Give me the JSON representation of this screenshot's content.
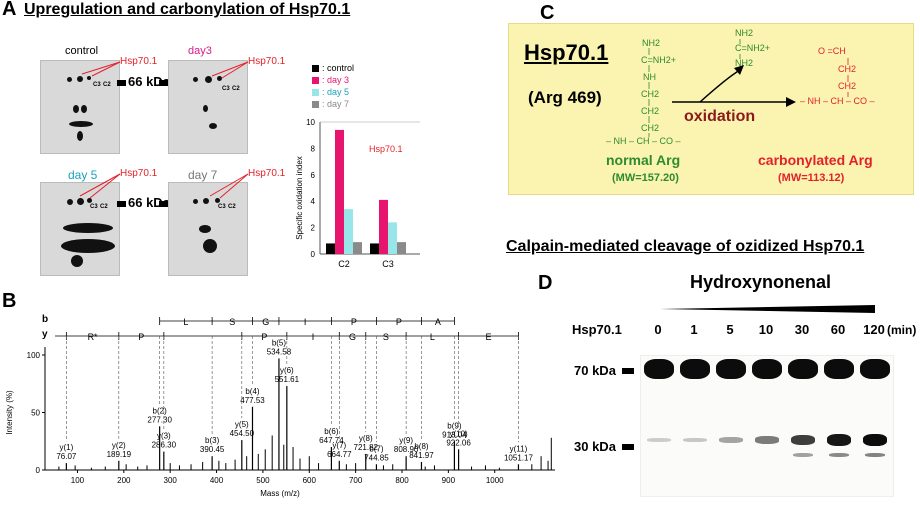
{
  "panelA": {
    "letter": "A",
    "title": "Upregulation and carbonylation of Hsp70.1",
    "gels": [
      {
        "label": "control",
        "color": "#000000",
        "target": "Hsp70.1",
        "kda": "66 kDa"
      },
      {
        "label": "day3",
        "color": "#d81b8a",
        "target": "Hsp70.1"
      },
      {
        "label": "day 5",
        "color": "#1aa3b8",
        "target": "Hsp70.1",
        "kda": "66 kDa"
      },
      {
        "label": "day 7",
        "color": "#777777",
        "target": "Hsp70.1"
      }
    ],
    "spot_labels": {
      "c3": "C3",
      "c2": "C2"
    },
    "legend": [
      {
        "label": ": control",
        "color": "#000000"
      },
      {
        "label": ": day 3",
        "color": "#e8156e"
      },
      {
        "label": ": day 5",
        "color": "#98e6ea"
      },
      {
        "label": ": day 7",
        "color": "#8a8a8a"
      }
    ]
  },
  "chart_data": {
    "type": "bar",
    "ylabel": "Specific oxidation index",
    "annotation": "Hsp70.1",
    "categories": [
      "C2",
      "C3"
    ],
    "series": [
      {
        "name": "control",
        "color": "#000000",
        "values": [
          0.8,
          0.8
        ]
      },
      {
        "name": "day 3",
        "color": "#e8156e",
        "values": [
          9.4,
          4.1
        ]
      },
      {
        "name": "day 5",
        "color": "#98e6ea",
        "values": [
          3.4,
          2.4
        ]
      },
      {
        "name": "day 7",
        "color": "#8a8a8a",
        "values": [
          0.9,
          0.9
        ]
      }
    ],
    "ylim": [
      0,
      10
    ],
    "yticks": [
      "0",
      "2",
      "4",
      "6",
      "8",
      "10"
    ],
    "grid": false
  },
  "panelB": {
    "letter": "B",
    "b_label": "b",
    "y_label": "y",
    "b_residues": [
      "L",
      "S",
      "G",
      "I",
      "P",
      "P",
      "A"
    ],
    "y_residues": [
      "R*",
      "P",
      "P",
      "I",
      "G",
      "S",
      "L",
      "E"
    ],
    "ylabel": "Intensity (%)",
    "xlabel": "Mass (m/z)",
    "xticks": [
      "100",
      "200",
      "300",
      "400",
      "500",
      "600",
      "700",
      "800",
      "900",
      "1000"
    ],
    "yticks": [
      "0",
      "50",
      "100"
    ],
    "peaks": [
      {
        "id": "y(1)",
        "mz": "76.07",
        "x": 76.07,
        "h": 6
      },
      {
        "id": "y(2)",
        "mz": "189.19",
        "x": 189.19,
        "h": 8
      },
      {
        "id": "b(2)",
        "mz": "277.30",
        "x": 277.3,
        "h": 38
      },
      {
        "id": "y(3)",
        "mz": "286.30",
        "x": 286.3,
        "h": 16
      },
      {
        "id": "b(3)",
        "mz": "390.45",
        "x": 390.45,
        "h": 12
      },
      {
        "id": "y(5)",
        "mz": "454.50",
        "x": 454.5,
        "h": 26
      },
      {
        "id": "b(4)",
        "mz": "477.53",
        "x": 477.53,
        "h": 55
      },
      {
        "id": "b(5)",
        "mz": "534.58",
        "x": 534.58,
        "h": 97
      },
      {
        "id": "y(6)",
        "mz": "551.61",
        "x": 551.61,
        "h": 73
      },
      {
        "id": "b(6)",
        "mz": "647.74",
        "x": 647.74,
        "h": 20
      },
      {
        "id": "y(7)",
        "mz": "664.77",
        "x": 664.77,
        "h": 8
      },
      {
        "id": "y(8)",
        "mz": "721.82",
        "x": 721.82,
        "h": 14
      },
      {
        "id": "b(7)",
        "mz": "744.85",
        "x": 744.85,
        "h": 5
      },
      {
        "id": "y(9)",
        "mz": "808.90",
        "x": 808.9,
        "h": 12
      },
      {
        "id": "b(8)",
        "mz": "841.97",
        "x": 841.97,
        "h": 7
      },
      {
        "id": "b(9)",
        "mz": "913.04",
        "x": 913.04,
        "h": 25
      },
      {
        "id": "y(10)",
        "mz": "922.06",
        "x": 922.06,
        "h": 18
      },
      {
        "id": "y(11)",
        "mz": "1051.17",
        "x": 1051.17,
        "h": 5
      }
    ]
  },
  "panelC": {
    "letter": "C",
    "protein": "Hsp70.1",
    "residue": "(Arg 469)",
    "arrow_label": "oxidation",
    "normal_label": "normal Arg",
    "normal_mw": "(MW=157.20)",
    "carb_label": "carbonylated Arg",
    "carb_mw": "(MW=113.12)",
    "bg_color": "#faf4b0",
    "normal_structure": {
      "nh2": "NH2",
      "eq": "C=NH2+",
      "nh": "NH",
      "ch2": "CH2",
      "backbone": "– NH – CH – CO –"
    },
    "product": {
      "nh2a": "NH2",
      "eq": "C=NH2+",
      "nh2b": "NH2"
    },
    "carb_structure": {
      "o": "O =CH",
      "ch2a": "CH2",
      "ch2b": "CH2",
      "backbone": "– NH – CH – CO –"
    }
  },
  "panelD": {
    "letter": "D",
    "title": "Calpain-mediated cleavage of ozidized Hsp70.1",
    "reagent": "Hydroxynonenal",
    "row_label": "Hsp70.1",
    "timepoints": [
      "0",
      "1",
      "5",
      "10",
      "30",
      "60",
      "120"
    ],
    "unit": "(min)",
    "kda_70": "70 kDa",
    "kda_30": "30 kDa",
    "cleavage_intensity": [
      0.05,
      0.08,
      0.25,
      0.45,
      0.75,
      0.95,
      1.0
    ]
  }
}
